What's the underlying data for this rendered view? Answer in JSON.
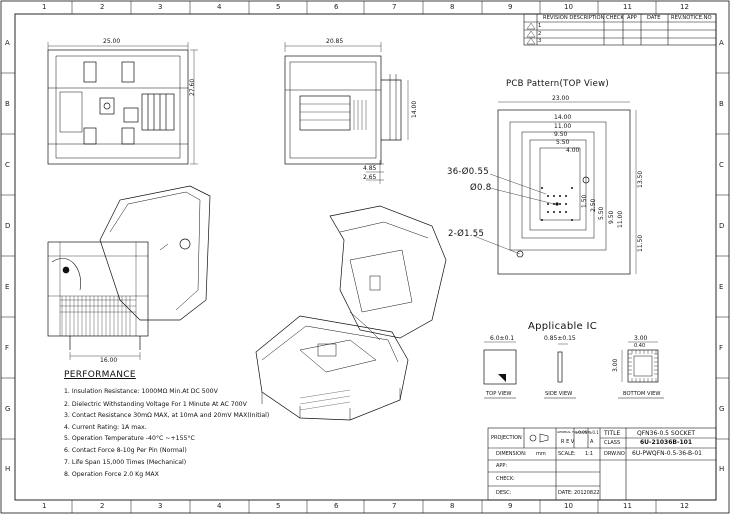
{
  "sheet": {
    "zones_top": [
      "1",
      "2",
      "3",
      "4",
      "5",
      "6",
      "7",
      "8",
      "9",
      "10",
      "11",
      "12"
    ],
    "zones_side": [
      "A",
      "B",
      "C",
      "D",
      "E",
      "F",
      "G",
      "H"
    ]
  },
  "revision_table": {
    "headers": [
      "REVISION DESCRIPTION",
      "CHECK",
      "APP",
      "DATE",
      "REV.NOTICE.NO"
    ],
    "rows": [
      "1",
      "2",
      "3"
    ]
  },
  "dimensions": {
    "top_width": "25.00",
    "top_height": "27.60",
    "side_width": "20.85",
    "side_height": "14.00",
    "side_h1": "4.85",
    "side_h2": "2.65",
    "section_width": "16.00"
  },
  "pcb": {
    "title": "PCB Pattern(TOP View)",
    "dims_h": [
      "23.00",
      "14.00",
      "11.00",
      "9.50",
      "5.50",
      "4.00"
    ],
    "dims_v_right": [
      "13.50",
      "1.50",
      "2.50",
      "5.50",
      "9.50",
      "11.00"
    ],
    "dim_v_bottom": "11.50",
    "hole_a": "36-Ø0.55",
    "hole_b": "Ø0.8",
    "hole_c": "2-Ø1.55"
  },
  "applicable_ic": {
    "title": "Applicable IC",
    "dim_top": "6.0±0.1",
    "dim_side": "0.85±0.15",
    "dim_bottom_a": "3.00",
    "dim_bottom_b": "0.40",
    "dim_bottom_c": "3.00",
    "view_top": "TOP VIEW",
    "view_side": "SIDE VIEW",
    "view_bottom": "BOTTOM VIEW"
  },
  "performance": {
    "title": "PERFORMANCE",
    "items": [
      "1. Insulation Resistance: 1000MΩ Min.At DC 500V",
      "2. Dielectric Withstanding Voltage For 1 Minute At AC 700V",
      "3. Contact Resistance 30mΩ MAX, at 10mA and 20mV MAX(Initial)",
      "4. Current Rating: 1A max.",
      "5. Operation Temperature -40°C ~+155°C",
      "6. Contact Force 8-10g Per Pin (Normal)",
      "7. Life Span 15,000 Times (Mechanical)",
      "8. Operation Force 2.0 Kg MAX"
    ]
  },
  "title_block": {
    "projection": "PROJECTION",
    "general_tolerance": "GENERAL TOLERANCE",
    "tol_a": "±0.05",
    "tol_b": "±0.1",
    "title_label": "TITLE",
    "title_value": "QFN36-0.5 SOCKET",
    "rev": "R E V",
    "rev_val": "A",
    "class_label": "CLASS",
    "class_value": "6U-21036B-101",
    "dimension_label": "DIMENSION:",
    "dimension_unit": "mm",
    "scale_label": "SCALE:",
    "scale_value": "1:1",
    "drw_label": "DRW.NO",
    "drw_value": "6U-PWQFN-0.5-36-B-01",
    "app_label": "APP:",
    "check_label": "CHECK:",
    "desc_label": "DESC:",
    "date_label": "DATE:",
    "date_value": "20120822"
  }
}
